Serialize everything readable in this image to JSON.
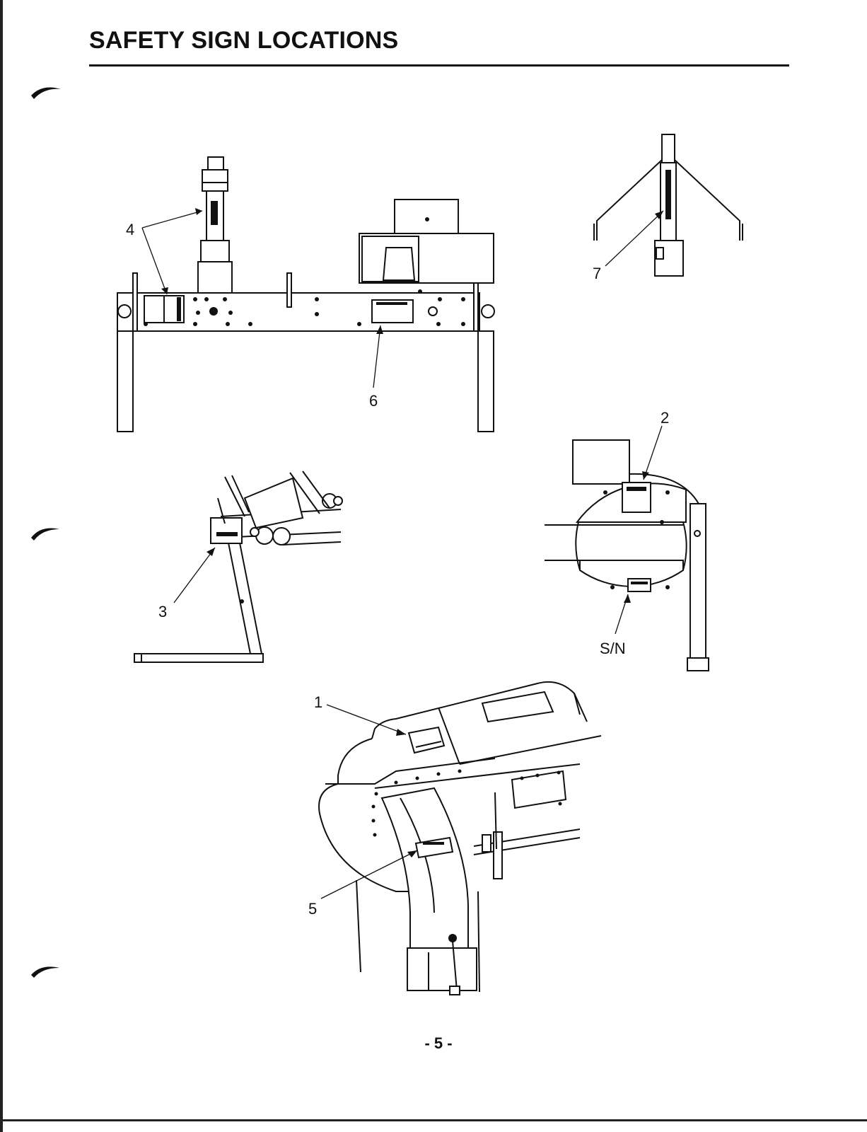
{
  "page": {
    "title": "SAFETY SIGN LOCATIONS",
    "page_number": "- 5 -"
  },
  "callouts": {
    "c1": "1",
    "c2": "2",
    "c3": "3",
    "c4": "4",
    "c5": "5",
    "c6": "6",
    "c7": "7",
    "sn": "S/N"
  }
}
